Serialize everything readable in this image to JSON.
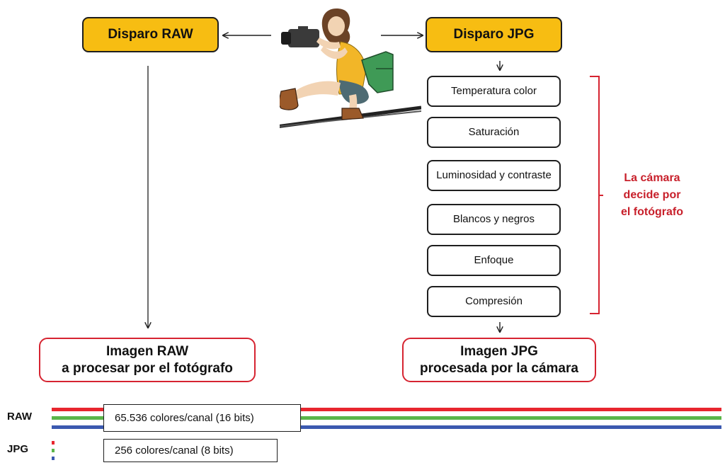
{
  "top": {
    "raw_shot": "Disparo RAW",
    "jpg_shot": "Disparo JPG"
  },
  "steps": [
    "Temperatura color",
    "Saturación",
    "Luminosidad y contraste",
    "Blancos y negros",
    "Enfoque",
    "Compresión"
  ],
  "bracket_note": [
    "La cámara",
    "decide por",
    "el fotógrafo"
  ],
  "results": {
    "raw": [
      "Imagen RAW",
      "a procesar por el fotógrafo"
    ],
    "jpg": [
      "Imagen JPG",
      "procesada por la cámara"
    ]
  },
  "depth": {
    "raw_label": "RAW",
    "raw_text": "65.536 colores/canal  (16 bits)",
    "jpg_label": "JPG",
    "jpg_text": "256 colores/canal  (8 bits)"
  },
  "colors": {
    "box_fill": "#f7bd12",
    "accent_red": "#d62431",
    "channel_red": "#e8262e",
    "channel_green": "#5bb54a",
    "channel_blue": "#3b59b0"
  },
  "icons": [
    "photographer-illustration",
    "arrow-left-icon",
    "arrow-right-icon",
    "arrow-down-icon",
    "bracket-icon"
  ]
}
